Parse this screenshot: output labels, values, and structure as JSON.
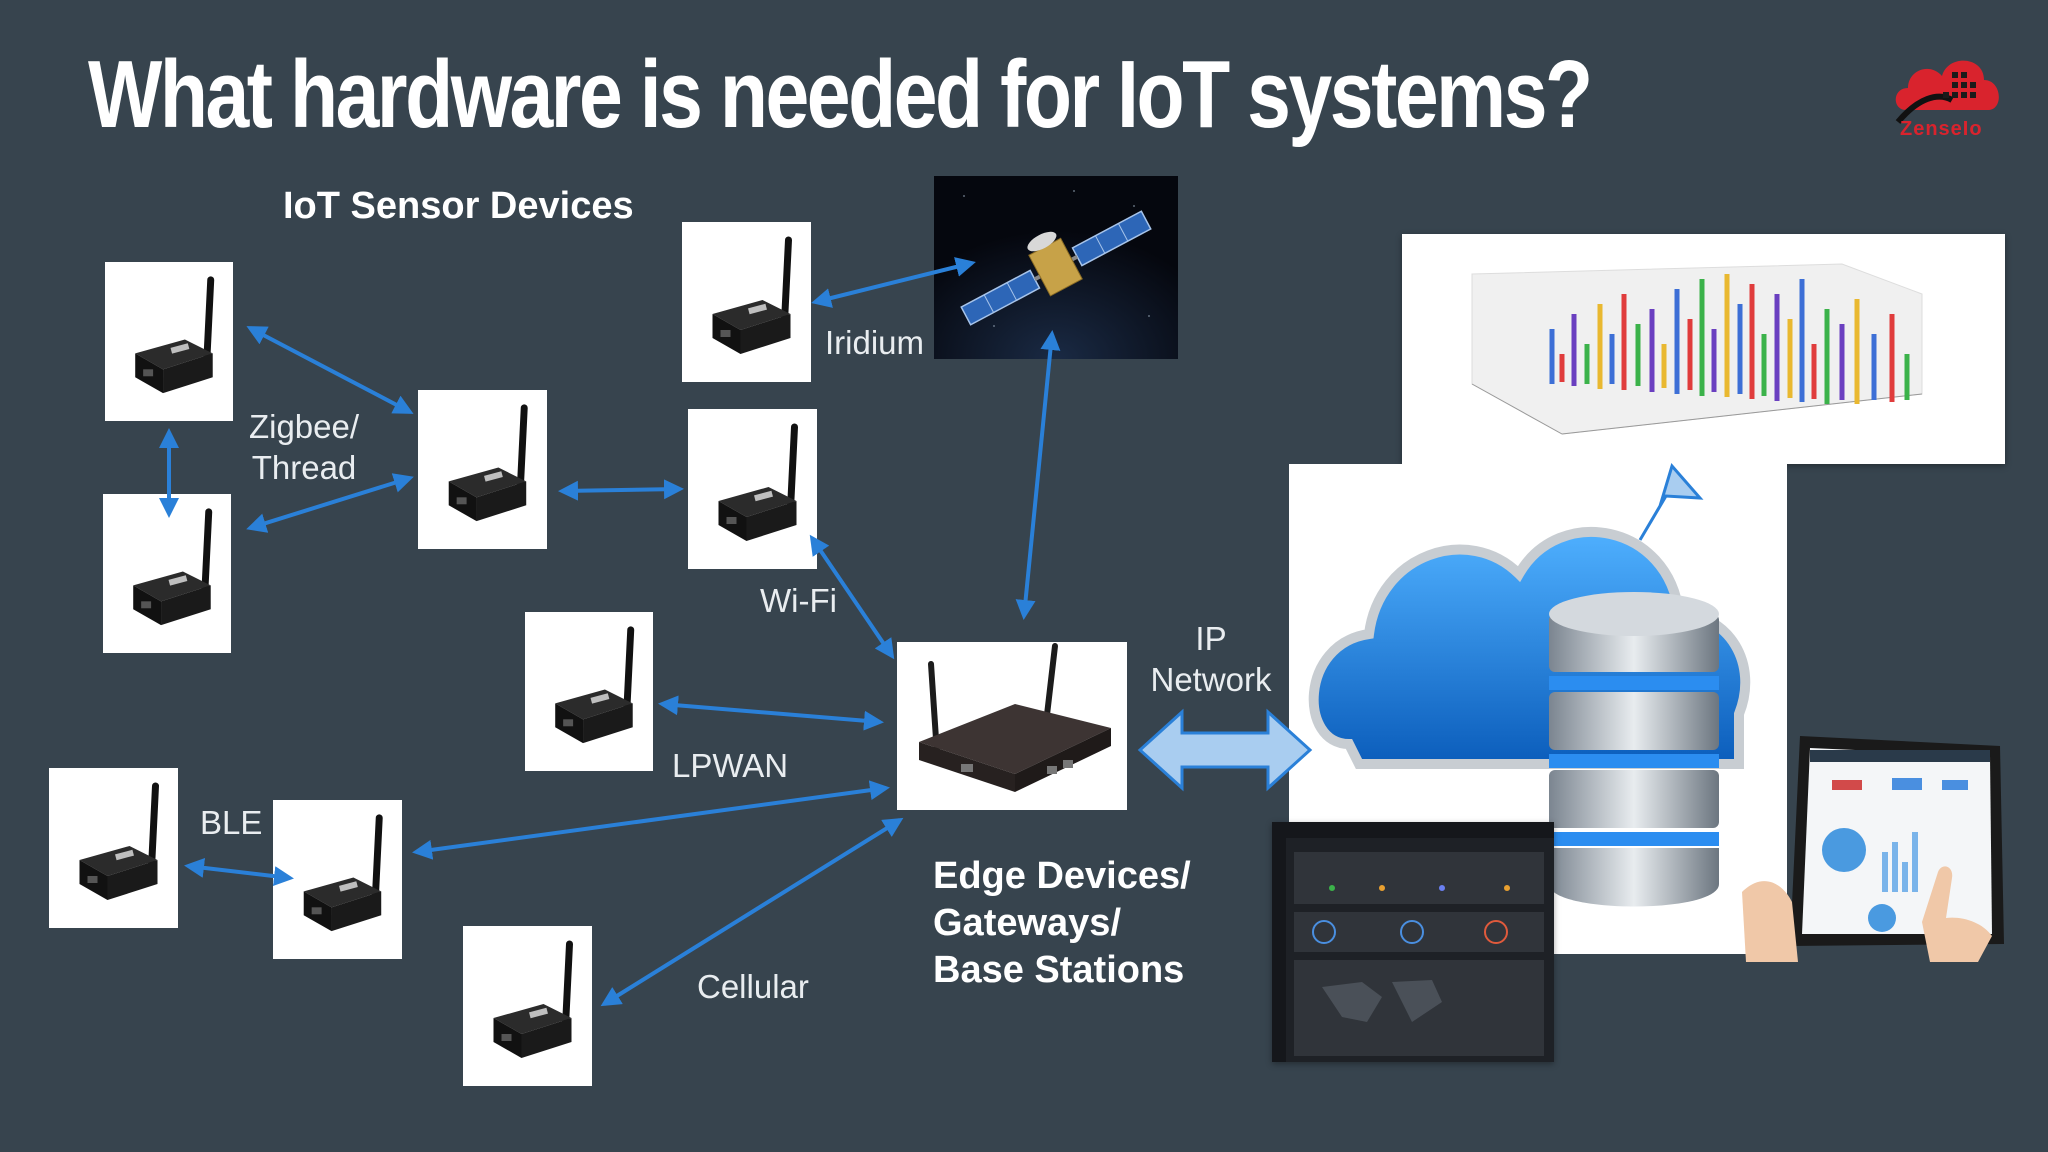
{
  "slide": {
    "title": "What hardware is needed for IoT systems?",
    "logo_text": "ZenseIo",
    "sensor_heading": "IoT Sensor Devices",
    "gateway_heading": [
      "Edge Devices/",
      "Gateways/",
      "Base Stations"
    ]
  },
  "links": {
    "zigbee": [
      "Zigbee/",
      "Thread"
    ],
    "iridium": "Iridium",
    "wifi": "Wi-Fi",
    "lpwan": "LPWAN",
    "ble": "BLE",
    "cellular": "Cellular",
    "ip": [
      "IP",
      "Network"
    ]
  },
  "colors": {
    "background": "#37444e",
    "arrow": "#2a80d8",
    "cloud": "#1e86e6",
    "big_arrow": "#a9cdf0"
  }
}
